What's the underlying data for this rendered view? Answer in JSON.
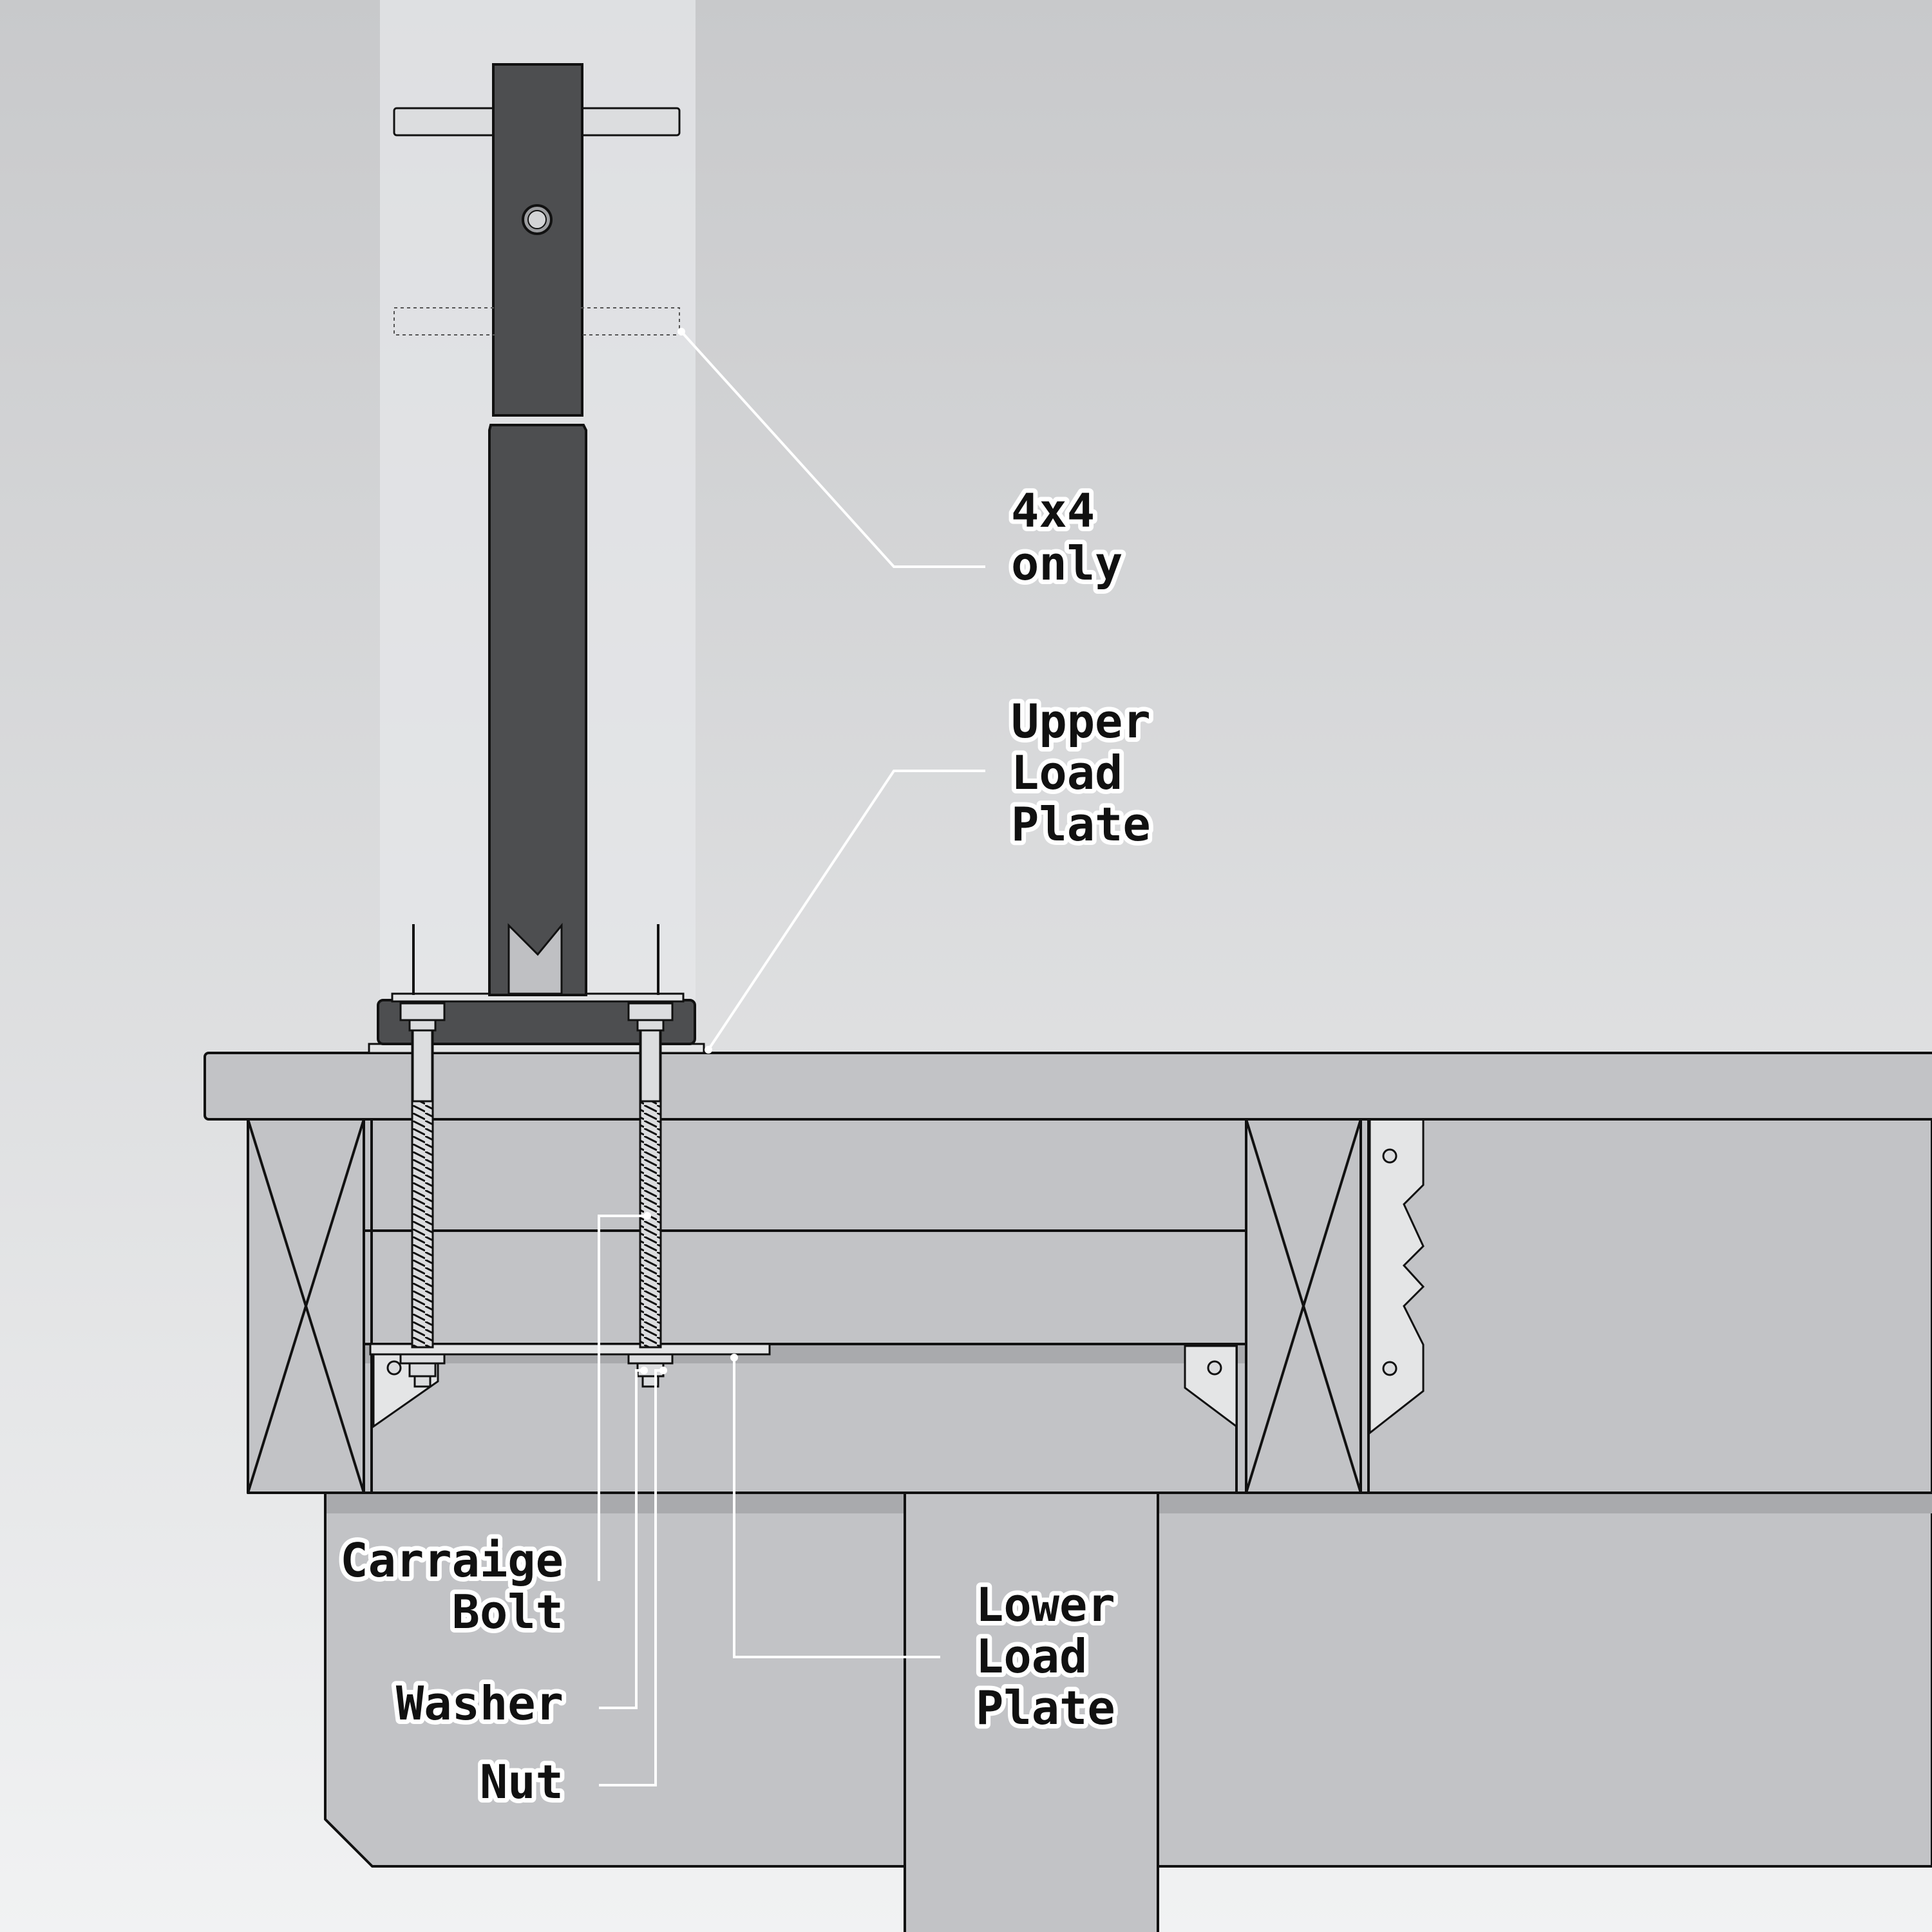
{
  "labels": {
    "post_size": [
      "4x4",
      "only"
    ],
    "upper_plate": [
      "Upper",
      "Load",
      "Plate"
    ],
    "lower_plate": [
      "Lower",
      "Load",
      "Plate"
    ],
    "carriage_bolt": [
      "Carraige",
      "Bolt"
    ],
    "washer": [
      "Washer"
    ],
    "nut": [
      "Nut"
    ]
  },
  "colors": {
    "background_top": "#c8c9cb",
    "background_bottom": "#f1f2f3",
    "post_highlight": "#e6e7e9",
    "wood": "#c2c3c6",
    "steel_post": "#4d4e50",
    "outline": "#111111",
    "leader_lines": "#ffffff"
  }
}
